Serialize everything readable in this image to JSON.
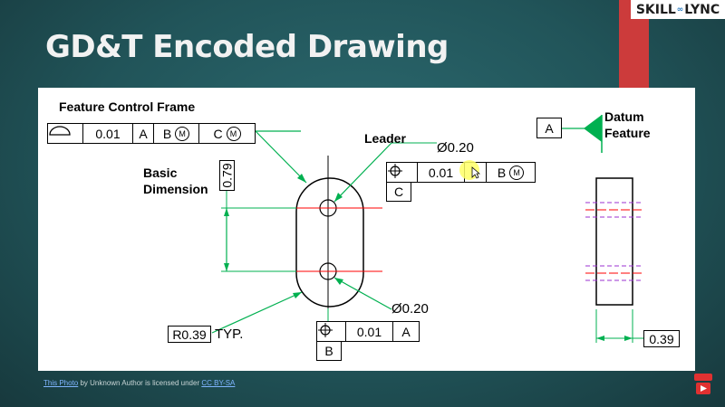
{
  "slide": {
    "title": "GD&T Encoded Drawing",
    "logo": {
      "left": "SKILL",
      "right": "LYNC"
    }
  },
  "drawing": {
    "labels": {
      "feature_control_frame": "Feature Control Frame",
      "leader": "Leader",
      "basic_dimension_line1": "Basic",
      "basic_dimension_line2": "Dimension",
      "datum_line1": "Datum",
      "datum_line2": "Feature",
      "typ": "TYP."
    },
    "fcf_top": {
      "tolerance": "0.01",
      "datum1": "A",
      "datum2": "B",
      "datum3": "C",
      "modifier": "M"
    },
    "fcf_right": {
      "tolerance": "0.01",
      "datum2": "B",
      "modifier": "M",
      "datum_extra": "C"
    },
    "fcf_bottom": {
      "tolerance": "0.01",
      "datum1": "A",
      "datum_extra": "B"
    },
    "dims": {
      "basic": "0.79",
      "hole_top": "Ø0.20",
      "hole_bottom": "Ø0.20",
      "radius": "R0.39",
      "thickness": "0.39",
      "datum_tag": "A"
    },
    "colors": {
      "green": "#00b050",
      "red": "#ff0000",
      "purple": "#9b30d0",
      "highlight": "#ffff66"
    }
  },
  "caption": {
    "link1": "This Photo",
    "mid": " by Unknown Author is licensed under ",
    "link2": "CC BY-SA"
  },
  "icons": {
    "youtube": "youtube-icon"
  }
}
